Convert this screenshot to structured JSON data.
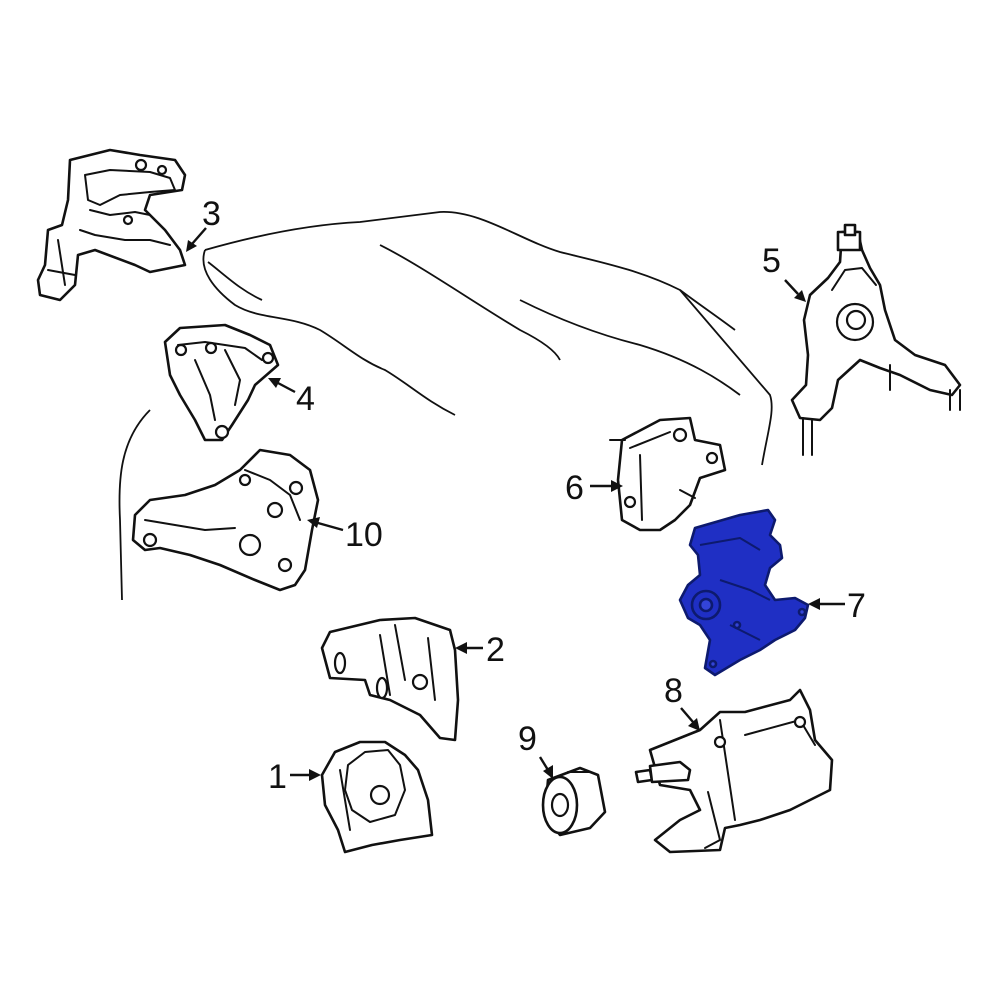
{
  "diagram": {
    "highlight_color": "#1f2fc4",
    "line_color": "#111111",
    "background": "#ffffff",
    "highlighted_part": "7",
    "callouts": [
      "1",
      "2",
      "3",
      "4",
      "5",
      "6",
      "7",
      "8",
      "9",
      "10"
    ]
  }
}
